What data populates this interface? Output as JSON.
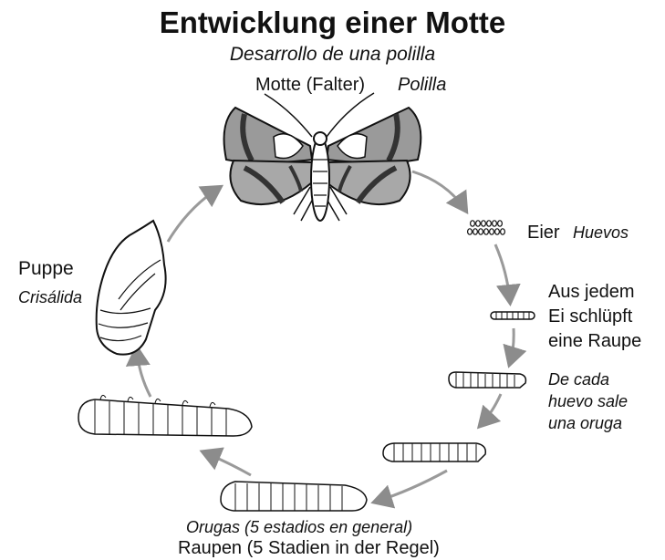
{
  "title": "Entwicklung einer Motte",
  "subtitle": "Desarrollo de una polilla",
  "moth": {
    "de": "Motte (Falter)",
    "es": "Polilla"
  },
  "eggs": {
    "de": "Eier",
    "es": "Huevos"
  },
  "hatch_de": [
    "Aus jedem",
    "Ei schlüpft",
    "eine Raupe"
  ],
  "hatch_es": [
    "De cada",
    "huevo sale",
    "una oruga"
  ],
  "pupa": {
    "de": "Puppe",
    "es": "Crisálida"
  },
  "larvae": {
    "es": "Orugas (5 estadios en general)",
    "de": "Raupen (5 Stadien in der Regel)"
  }
}
